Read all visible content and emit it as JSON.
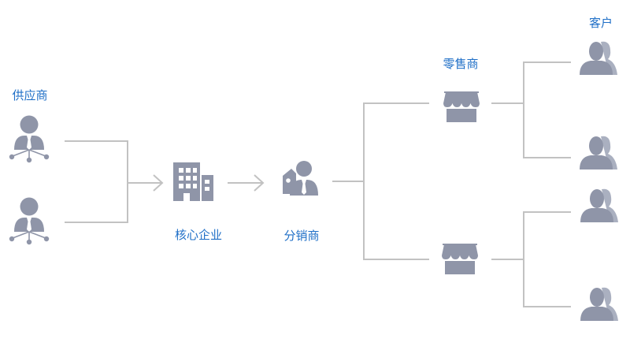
{
  "labels": {
    "suppliers": "供应商",
    "core_enterprise": "核心企业",
    "distributor": "分销商",
    "retailers": "零售商",
    "customers": "客户"
  },
  "icons": {
    "supplier": "supplier-person-network-icon",
    "core_enterprise": "office-building-icon",
    "distributor": "distributor-person-tag-icon",
    "retailer": "storefront-icon",
    "customer": "customer-group-icon",
    "flow": "arrow-right-icon"
  },
  "colors": {
    "label": "#1f6fc7",
    "icon": "#8f95a8",
    "line": "#c2c2c2"
  }
}
